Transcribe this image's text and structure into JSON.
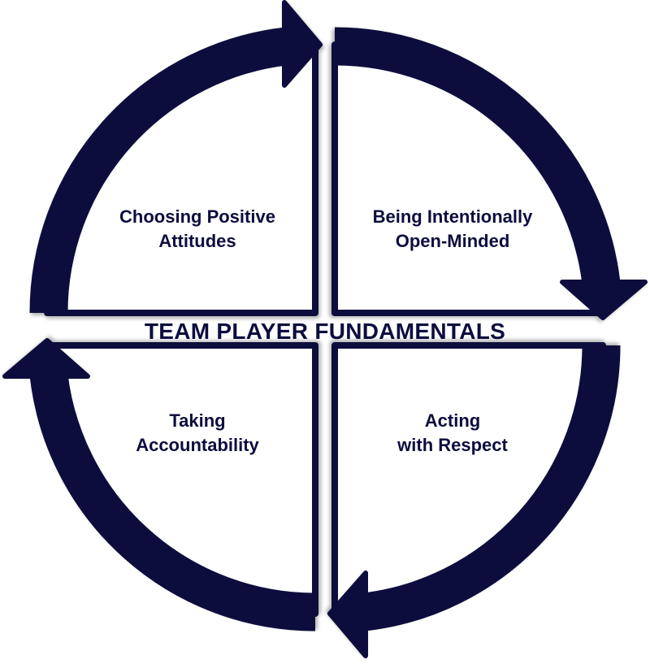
{
  "title": "TEAM PLAYER FUNDAMENTALS",
  "quadrants": [
    {
      "line1": "Choosing Positive",
      "line2": "Attitudes"
    },
    {
      "line1": "Being Intentionally",
      "line2": "Open-Minded"
    },
    {
      "line1": "Acting",
      "line2": "with Respect"
    },
    {
      "line1": "Taking",
      "line2": "Accountability"
    }
  ],
  "colors": {
    "primary": "#0c0d3e"
  }
}
